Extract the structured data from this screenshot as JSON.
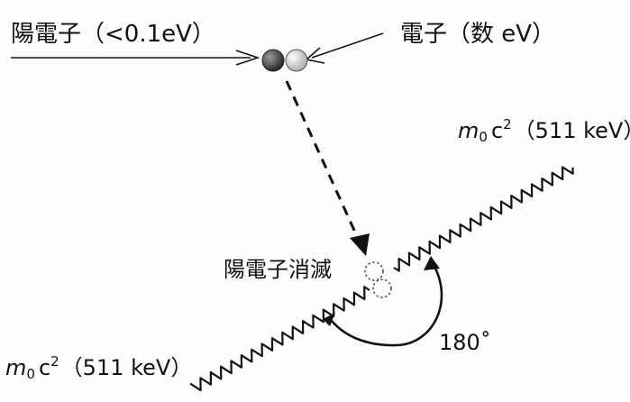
{
  "labels": {
    "positron": "陽電子（<0.1eV）",
    "electron": "電子（数 eV）",
    "annihilation": "陽電子消滅",
    "angle": "180˚",
    "gamma_top": {
      "m": "m",
      "sub": "0",
      "c": "c",
      "sup": "2",
      "energy": "（511 keV）"
    },
    "gamma_bottom": {
      "m": "m",
      "sub": "0",
      "c": "c",
      "sup": "2",
      "energy": "（511 keV）"
    }
  },
  "colors": {
    "ink": "#111111",
    "positron_fill": "#333333",
    "electron_fill": "#cfcfcf",
    "annihilation_ring": "#555555"
  }
}
